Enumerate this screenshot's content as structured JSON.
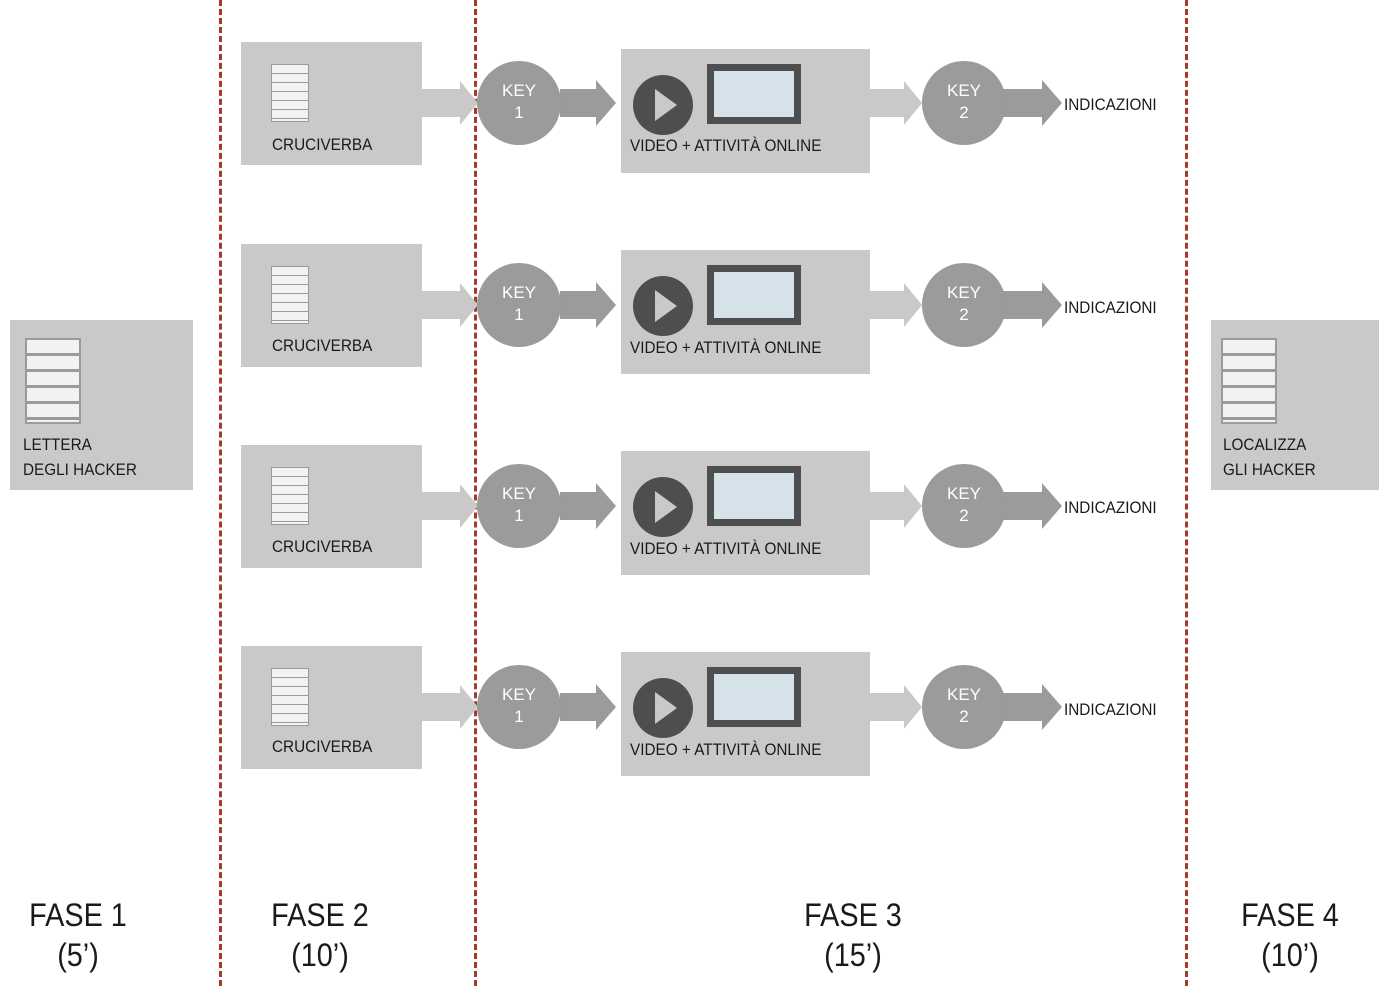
{
  "phase1": {
    "letter_label_line1": "LETTERA",
    "letter_label_line2": "DEGLI HACKER",
    "name": "FASE 1",
    "duration": "(5’)"
  },
  "phase2": {
    "name": "FASE 2",
    "duration": "(10’)"
  },
  "phase3": {
    "name": "FASE 3",
    "duration": "(15’)"
  },
  "phase4": {
    "locate_label_line1": "LOCALIZZA",
    "locate_label_line2": "GLI HACKER",
    "name": "FASE 4",
    "duration": "(10’)"
  },
  "rows": [
    {
      "crossword": "CRUCIVERBA",
      "key1_line1": "KEY",
      "key1_line2": "1",
      "video": "VIDEO + ATTIVITÀ ONLINE",
      "key2_line1": "KEY",
      "key2_line2": "2",
      "result": "INDICAZIONI"
    },
    {
      "crossword": "CRUCIVERBA",
      "key1_line1": "KEY",
      "key1_line2": "1",
      "video": "VIDEO + ATTIVITÀ ONLINE",
      "key2_line1": "KEY",
      "key2_line2": "2",
      "result": "INDICAZIONI"
    },
    {
      "crossword": "CRUCIVERBA",
      "key1_line1": "KEY",
      "key1_line2": "1",
      "video": "VIDEO + ATTIVITÀ ONLINE",
      "key2_line1": "KEY",
      "key2_line2": "2",
      "result": "INDICAZIONI"
    },
    {
      "crossword": "CRUCIVERBA",
      "key1_line1": "KEY",
      "key1_line2": "1",
      "video": "VIDEO + ATTIVITÀ ONLINE",
      "key2_line1": "KEY",
      "key2_line2": "2",
      "result": "INDICAZIONI"
    }
  ],
  "colors": {
    "box": "#c9c9c9",
    "circle": "#9b9b9b",
    "divider": "#a33a2a",
    "icon_dark": "#4e4e4e",
    "screen": "#d6e2e9"
  },
  "icons": [
    "document-icon",
    "play-icon",
    "screen-icon"
  ]
}
